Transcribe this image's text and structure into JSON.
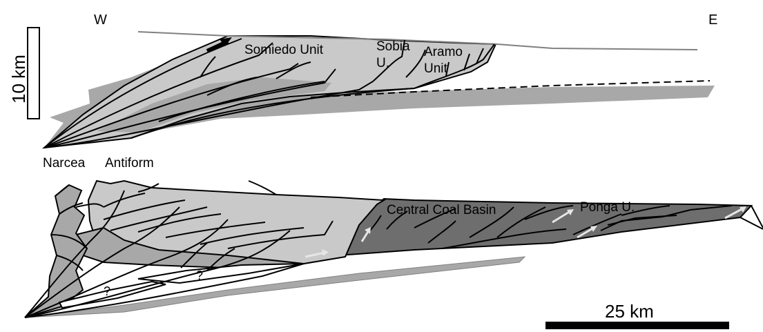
{
  "labels": {
    "west": "W",
    "east": "E",
    "vertical_scale": "10 km",
    "horizontal_scale": "25 km",
    "narcea": "Narcea",
    "antiform": "Antiform",
    "somiedo": "Somiedo Unit",
    "sobia_1": "Sobia",
    "sobia_2": "U.",
    "aramo_1": "Aramo",
    "aramo_2": "Unit",
    "central_coal": "Central Coal Basin",
    "ponga": "Ponga U.",
    "question": "?"
  },
  "colors": {
    "light_gray": "#c9c9c9",
    "mid_gray": "#a8a8a8",
    "dark_gray": "#6e6e6e",
    "line": "#000000",
    "topography": "#808080",
    "arrow_light": "#e6e6e6"
  }
}
